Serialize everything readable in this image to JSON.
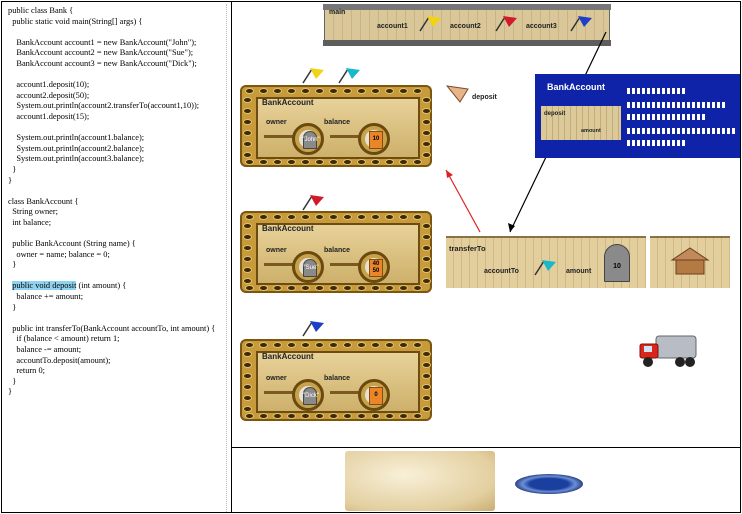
{
  "code": {
    "lines": [
      "public class Bank {",
      "  public static void main(String[] args) {",
      "",
      "    BankAccount account1 = new BankAccount(\"John\");",
      "    BankAccount account2 = new BankAccount(\"Sue\");",
      "    BankAccount account3 = new BankAccount(\"Dick\");",
      "",
      "    account1.deposit(10);",
      "    account2.deposit(50);",
      "    System.out.println(account2.transferTo(account1,10));",
      "    account1.deposit(15);",
      "",
      "    System.out.println(account1.balance);",
      "    System.out.println(account2.balance);",
      "    System.out.println(account3.balance);",
      "  }",
      "}",
      "",
      "class BankAccount {",
      "  String owner;",
      "  int balance;",
      "",
      "  public BankAccount (String name) {",
      "    owner = name; balance = 0;",
      "  }",
      "",
      "  public void deposit (int amount) {",
      "    balance += amount;",
      "  }",
      "",
      "  public int transferTo(BankAccount accountTo, int amount) {",
      "    if (balance < amount) return 1;",
      "    balance -= amount;",
      "    accountTo.deposit(amount);",
      "    return 0;",
      "  }",
      "}"
    ],
    "highlight": "public void deposit"
  },
  "main_frame": {
    "title": "main",
    "var1": "account1",
    "var2": "account2",
    "var3": "account3"
  },
  "objects": [
    {
      "class": "BankAccount",
      "owner_label": "owner",
      "balance_label": "balance",
      "owner": "\"John\"",
      "balance": "10"
    },
    {
      "class": "BankAccount",
      "owner_label": "owner",
      "balance_label": "balance",
      "owner": "\"Sue\"",
      "balance": "40",
      "balance_sub": "50"
    },
    {
      "class": "BankAccount",
      "owner_label": "owner",
      "balance_label": "balance",
      "owner": "\"Dick\"",
      "balance": "0"
    }
  ],
  "deposit_tag": "deposit",
  "class_panel": {
    "title": "BankAccount",
    "deposit": "deposit",
    "amount": "amount"
  },
  "transfer_frame": {
    "title": "transferTo",
    "account_to": "accountTo",
    "amount": "amount",
    "amount_value": "10"
  },
  "colors": {
    "flag_yellow": "#f2d312",
    "flag_cyan": "#17b8c9",
    "flag_red": "#d11a2a",
    "flag_blue": "#1e3fc8",
    "arrow_red": "#e02020",
    "arrow_black": "#000000",
    "highlight": "#8fd3f0",
    "class_panel_bg": "#0e23a8"
  },
  "icons": [
    "flag-icon",
    "truck-icon",
    "paper-scroll-icon",
    "plate-icon",
    "house-icon",
    "tombstone-icon",
    "jar-icon"
  ]
}
